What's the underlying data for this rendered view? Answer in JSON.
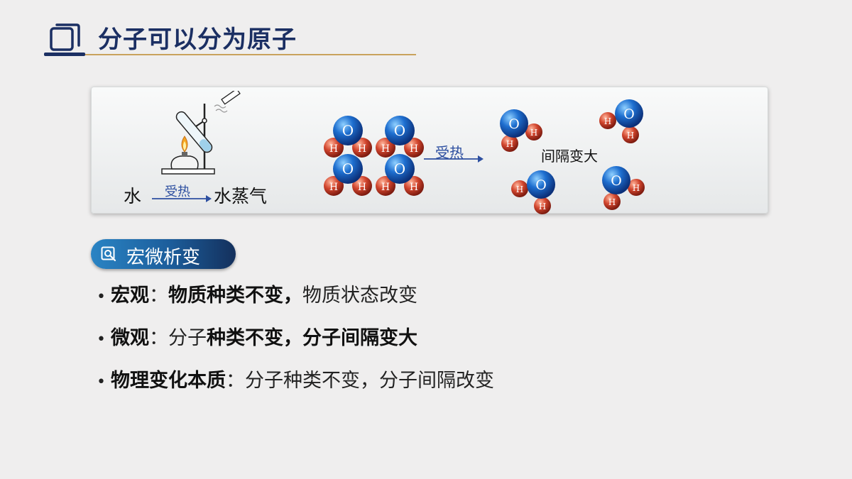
{
  "title": "分子可以分为原子",
  "figure": {
    "left_label_water": "水",
    "left_label_heat": "受热",
    "left_label_vapor": "水蒸气",
    "middle_label_heat": "受热",
    "right_label_gap": "间隔变大",
    "atom_o": "O",
    "atom_h": "H"
  },
  "section_tag": "宏微析变",
  "bullets": [
    {
      "label": "宏观",
      "sep": "：",
      "part1_bold": "物质种类不变，",
      "part2": "物质状态改变",
      "part3_bold": ""
    },
    {
      "label": "微观",
      "sep": "：",
      "part1_bold": "",
      "part2": "分子",
      "part3_bold": "种类不变，分子间隔变大"
    },
    {
      "label": "物理变化本质",
      "sep": "：",
      "part1_bold": "",
      "part2": "分子种类不变，分子间隔改变",
      "part3_bold": ""
    }
  ],
  "colors": {
    "title": "#1b2f63",
    "rule": "#c9a25c",
    "oxygen": "#1e5fb8",
    "hydrogen": "#c8432c",
    "arrow": "#2d4fa0",
    "tag_start": "#2a84c4",
    "tag_end": "#14305c"
  }
}
